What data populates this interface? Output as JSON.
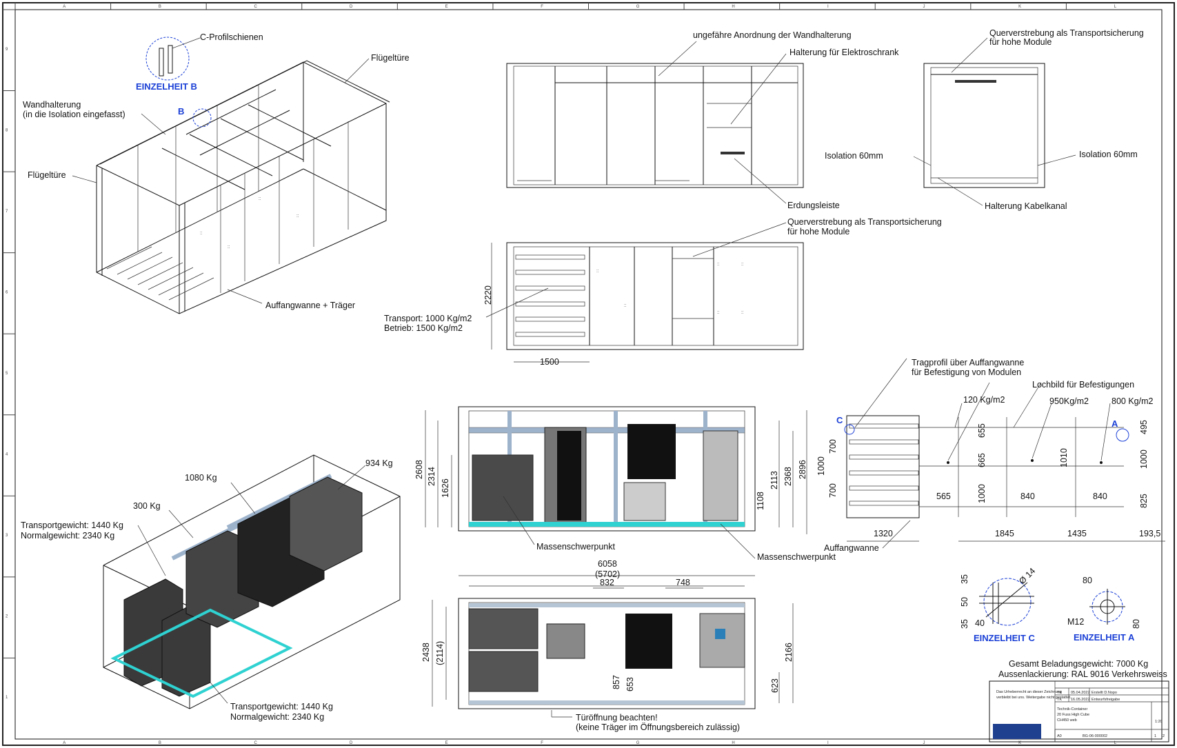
{
  "labels": {
    "c_profilschienen": "C-Profilschienen",
    "einzelheit_b": "EINZELHEIT B",
    "b_marker": "B",
    "fluegeltuere_top": "Flügeltüre",
    "wandhalterung_1": "Wandhalterung",
    "wandhalterung_2": "(in die Isolation eingefasst)",
    "fluegeltuere_left": "Flügeltüre",
    "auffangwanne_traeger": "Auffangwanne + Träger",
    "ungefaehre_anordnung": "ungefähre Anordnung der Wandhalterung",
    "halterung_elektroschrank": "Halterung für Elektroschrank",
    "erdungsleiste": "Erdungsleiste",
    "querverstrebung_1a": "Querverstrebung als Transportsicherung",
    "querverstrebung_1b": "für hohe Module",
    "isolation_left": "Isolation 60mm",
    "isolation_right": "Isolation 60mm",
    "halterung_kabelkanal": "Halterung Kabelkanal",
    "querverstrebung_2a": "Querverstrebung als Transportsicherung",
    "querverstrebung_2b": "für hohe Module",
    "transport_load": "Transport: 1000 Kg/m2",
    "betrieb_load": "Betrieb: 1500 Kg/m2",
    "tragprofil_1": "Tragprofil über Auffangwanne",
    "tragprofil_2": "für Befestigung von Modulen",
    "lochbild": "Lochbild für Befestigungen",
    "load_120": "120 Kg/m2",
    "load_950": "950Kg/m2",
    "load_800": "800 Kg/m2",
    "c_marker": "C",
    "a_marker": "A",
    "auffangwanne": "Auffangwanne",
    "massenschwerpunkt_1": "Massenschwerpunkt",
    "massenschwerpunkt_2": "Massenschwerpunkt",
    "w_1080": "1080 Kg",
    "w_934": "934 Kg",
    "w_300": "300 Kg",
    "transportgewicht_1": "Transportgewicht: 1440 Kg",
    "normalgewicht_1": "Normalgewicht: 2340 Kg",
    "transportgewicht_2": "Transportgewicht: 1440 Kg",
    "normalgewicht_2": "Normalgewicht: 2340 Kg",
    "tueroeffnung_1": "Türöffnung beachten!",
    "tueroeffnung_2": "(keine Träger im Öffnungsbereich zulässig)",
    "einzelheit_c": "EINZELHEIT C",
    "einzelheit_a": "EINZELHEIT A",
    "m12": "M12",
    "gesamt": "Gesamt Beladungsgewicht: 7000 Kg",
    "aussenlackierung": "Aussenlackierung: RAL 9016 Verkehrsweiss"
  },
  "dimensions": {
    "d2220": "2220",
    "d1500": "1500",
    "d2608": "2608",
    "d2314": "2314",
    "d1626": "1626",
    "d2368": "2368",
    "d2896": "2896",
    "d2113": "2113",
    "d1108": "1108",
    "d6058": "6058",
    "d5702": "(5702)",
    "d832": "832",
    "d748": "748",
    "d2438": "2438",
    "d2114": "(2114)",
    "d857": "857",
    "d653": "653",
    "d2166": "2166",
    "d623": "623",
    "d1000a": "1000",
    "d700a": "700",
    "d700b": "700",
    "d655": "655",
    "d665": "665",
    "d1000b": "1000",
    "d565": "565",
    "d1010": "1010",
    "d840a": "840",
    "d840b": "840",
    "d495": "495",
    "d1000c": "1000",
    "d825": "825",
    "d1320": "1320",
    "d1845": "1845",
    "d1435": "1435",
    "d193": "193,5",
    "c35a": "35",
    "c50": "50",
    "c35b": "35",
    "c40": "40",
    "c14": "Ø 14",
    "a80a": "80",
    "a80b": "80"
  },
  "title_block": {
    "r1_a": "TK",
    "r1_b": "05.04.2022",
    "r1_c": "Erstellt D.Nopo",
    "r2_a": "TK",
    "r2_b": "16.05.2022",
    "r2_c": "Entwurfsfreigabe",
    "t1": "Technik-Container",
    "t2": "20 Fuss High Cube",
    "t3": "CH450 web",
    "scale": "1:20",
    "drawing_no": "BG-06-000002",
    "format": "A0",
    "sheet_a": "1",
    "sheet_b": "2"
  },
  "border": {
    "top": [
      "A",
      "B",
      "C",
      "D",
      "E",
      "F",
      "G",
      "H",
      "I",
      "J",
      "K",
      "L"
    ],
    "left": [
      "9",
      "8",
      "7",
      "6",
      "5",
      "4",
      "3",
      "2",
      "1"
    ]
  }
}
